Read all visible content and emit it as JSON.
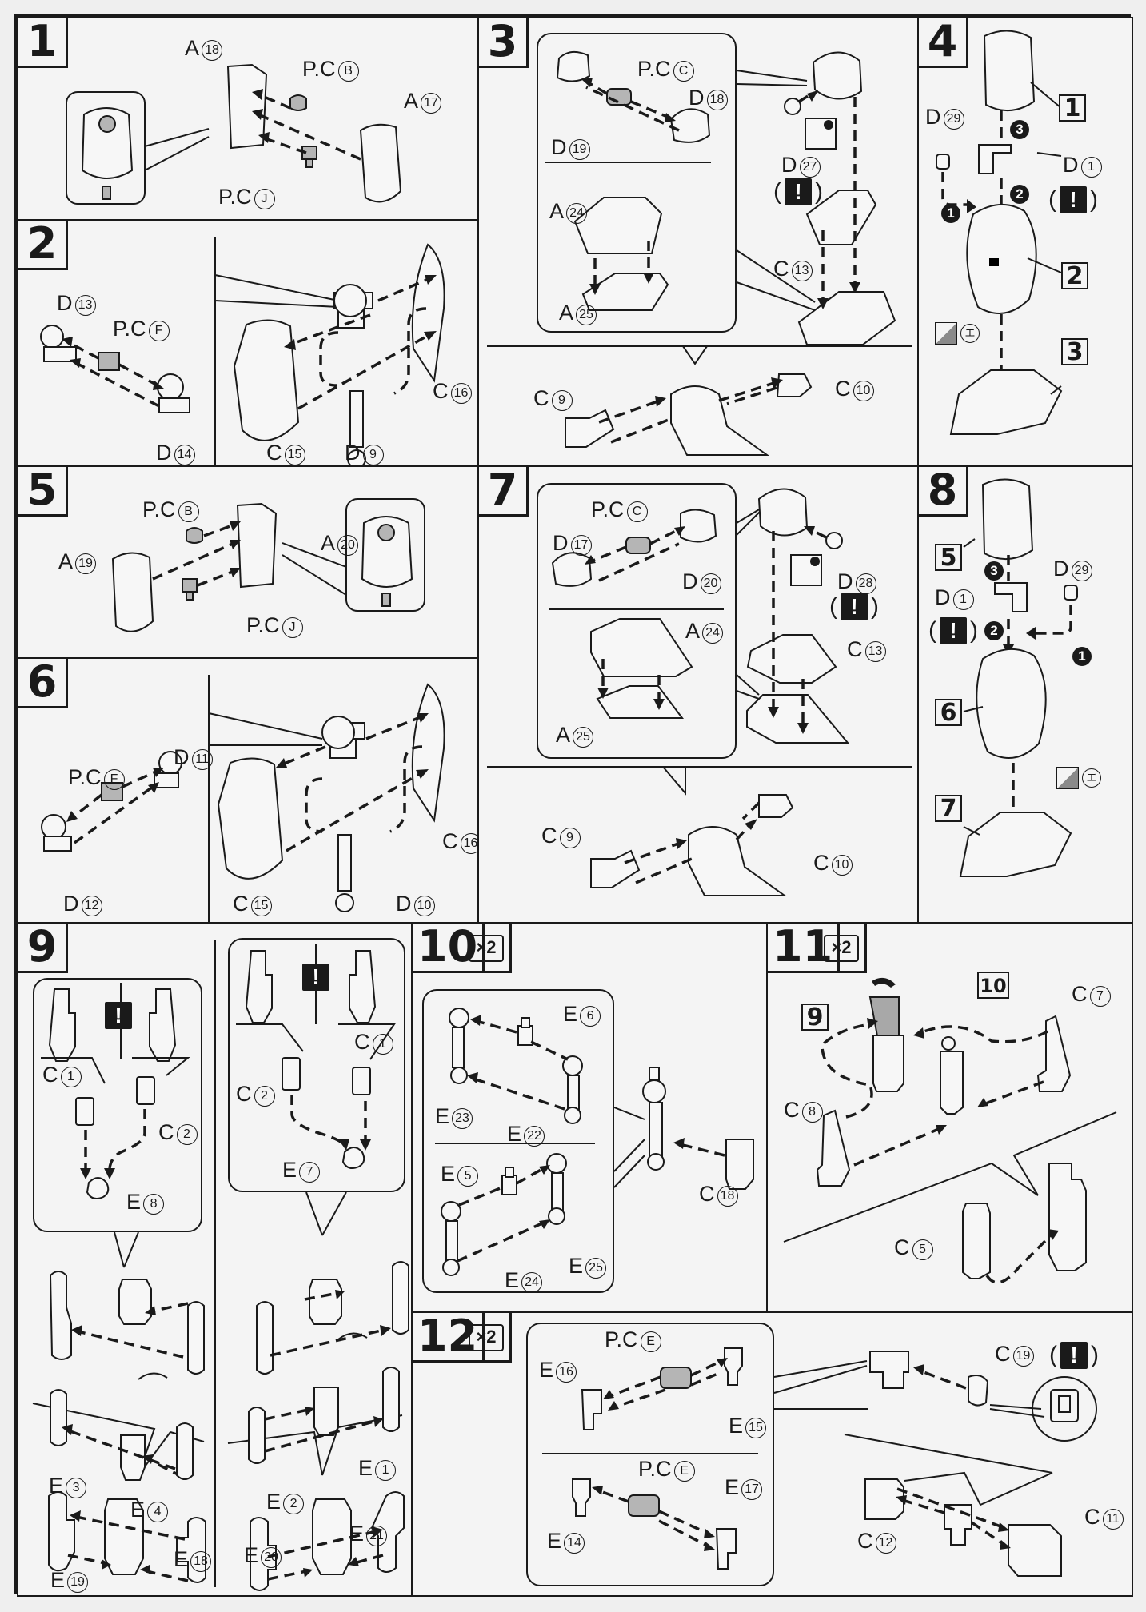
{
  "document": {
    "type": "model kit assembly instructions",
    "steps": [
      {
        "number": "1",
        "labels": {
          "a18": "A",
          "a18n": "18",
          "pcb": "P.C",
          "pcbn": "B",
          "a17": "A",
          "a17n": "17",
          "pcj": "P.C",
          "pcjn": "J"
        }
      },
      {
        "number": "2",
        "labels": {
          "d13": "D",
          "d13n": "13",
          "pcf": "P.C",
          "pcfn": "F",
          "d14": "D",
          "d14n": "14",
          "c15": "C",
          "c15n": "15",
          "d9": "D",
          "d9n": "9",
          "c16": "C",
          "c16n": "16"
        }
      },
      {
        "number": "3",
        "labels": {
          "pcc": "P.C",
          "pccn": "C",
          "d18": "D",
          "d18n": "18",
          "d19": "D",
          "d19n": "19",
          "d27": "D",
          "d27n": "27",
          "a24": "A",
          "a24n": "24",
          "a25": "A",
          "a25n": "25",
          "c13": "C",
          "c13n": "13",
          "c9": "C",
          "c9n": "9",
          "c10": "C",
          "c10n": "10"
        }
      },
      {
        "number": "4",
        "labels": {
          "d29": "D",
          "d29n": "29",
          "d1": "D",
          "d1n": "1",
          "ref1": "1",
          "ref2": "2",
          "ref3": "3",
          "sticker": "エ",
          "seq1": "1",
          "seq2": "2",
          "seq3": "3"
        }
      },
      {
        "number": "5",
        "labels": {
          "pcb": "P.C",
          "pcbn": "B",
          "a20": "A",
          "a20n": "20",
          "a19": "A",
          "a19n": "19",
          "pcj": "P.C",
          "pcjn": "J"
        }
      },
      {
        "number": "6",
        "labels": {
          "d11": "D",
          "d11n": "11",
          "pcf": "P.C",
          "pcfn": "F",
          "d12": "D",
          "d12n": "12",
          "c15": "C",
          "c15n": "15",
          "d10": "D",
          "d10n": "10",
          "c16": "C",
          "c16n": "16"
        }
      },
      {
        "number": "7",
        "labels": {
          "pcc": "P.C",
          "pccn": "C",
          "d17": "D",
          "d17n": "17",
          "d20": "D",
          "d20n": "20",
          "d28": "D",
          "d28n": "28",
          "a24": "A",
          "a24n": "24",
          "a25": "A",
          "a25n": "25",
          "c13": "C",
          "c13n": "13",
          "c9": "C",
          "c9n": "9",
          "c10": "C",
          "c10n": "10"
        }
      },
      {
        "number": "8",
        "labels": {
          "ref5": "5",
          "ref6": "6",
          "ref7": "7",
          "d29": "D",
          "d29n": "29",
          "d1": "D",
          "d1n": "1",
          "sticker": "エ",
          "seq1": "1",
          "seq2": "2",
          "seq3": "3"
        }
      },
      {
        "number": "9",
        "labels": {
          "c1": "C",
          "c1n": "1",
          "c2": "C",
          "c2n": "2",
          "e8": "E",
          "e8n": "8",
          "e7": "E",
          "e7n": "7",
          "e3": "E",
          "e3n": "3",
          "e4": "E",
          "e4n": "4",
          "e2": "E",
          "e2n": "2",
          "e1": "E",
          "e1n": "1",
          "e19": "E",
          "e19n": "19",
          "e18": "E",
          "e18n": "18",
          "e20": "E",
          "e20n": "20",
          "e21": "E",
          "e21n": "21"
        }
      },
      {
        "number": "10",
        "multiplier": "×2",
        "labels": {
          "e6": "E",
          "e6n": "6",
          "e23": "E",
          "e23n": "23",
          "e22": "E",
          "e22n": "22",
          "e5": "E",
          "e5n": "5",
          "e24": "E",
          "e24n": "24",
          "e25": "E",
          "e25n": "25",
          "c18": "C",
          "c18n": "18"
        }
      },
      {
        "number": "11",
        "multiplier": "×2",
        "labels": {
          "ref9": "9",
          "ref10": "10",
          "c7": "C",
          "c7n": "7",
          "c8": "C",
          "c8n": "8",
          "c5": "C",
          "c5n": "5"
        }
      },
      {
        "number": "12",
        "multiplier": "×2",
        "labels": {
          "pce1": "P.C",
          "pce1n": "E",
          "e16": "E",
          "e16n": "16",
          "e15": "E",
          "e15n": "15",
          "pce2": "P.C",
          "pce2n": "E",
          "e14": "E",
          "e14n": "14",
          "e17": "E",
          "e17n": "17",
          "c19": "C",
          "c19n": "19",
          "c12": "C",
          "c12n": "12",
          "c11": "C",
          "c11n": "11"
        }
      }
    ],
    "icons": {
      "warning": "!",
      "rotate": "rotate-arrow-icon"
    }
  }
}
